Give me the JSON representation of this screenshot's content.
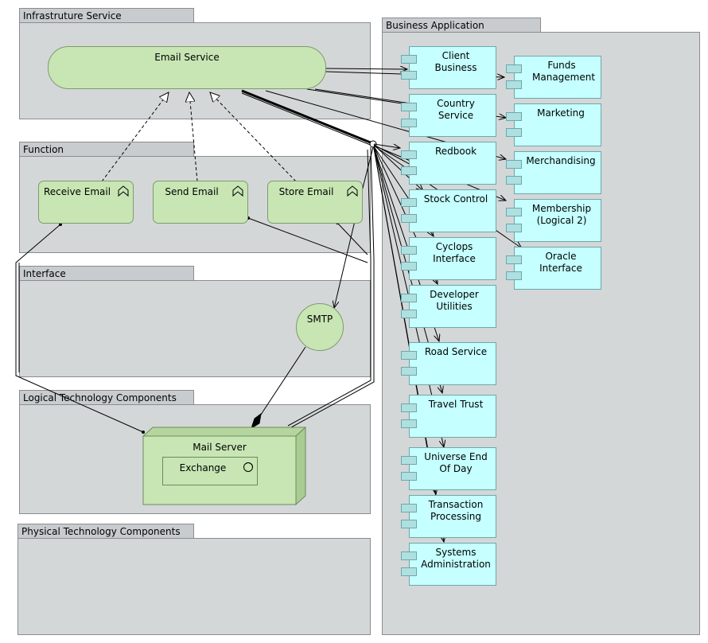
{
  "groups": {
    "infrastructure": "Infrastruture Service",
    "function": "Function",
    "interface": "Interface",
    "logical_tech": "Logical Technology Components",
    "physical_tech": "Physical Technology Components",
    "business_app": "Business Application"
  },
  "service": {
    "email": "Email Service"
  },
  "functions": [
    "Receive Email",
    "Send Email",
    "Store Email"
  ],
  "interface": {
    "smtp": "SMTP"
  },
  "technology": {
    "mail_server": "Mail Server",
    "exchange": "Exchange"
  },
  "apps_left": [
    "Client Business",
    "Country Service",
    "Redbook",
    "Stock Control",
    "Cyclops Interface",
    "Developer Utilities",
    "Road Service",
    "Travel Trust",
    "Universe End Of Day",
    "Transaction Processing",
    "Systems Administration"
  ],
  "apps_right": [
    "Funds Management",
    "Marketing",
    "Merchandising",
    "Membership (Logical 2)",
    "Oracle Interface"
  ],
  "colors": {
    "service_fill": "#c8e6b4",
    "app_fill": "#c5ffff",
    "group_fill": "#d4d7d8",
    "group_tab_fill": "#c9ccce"
  }
}
